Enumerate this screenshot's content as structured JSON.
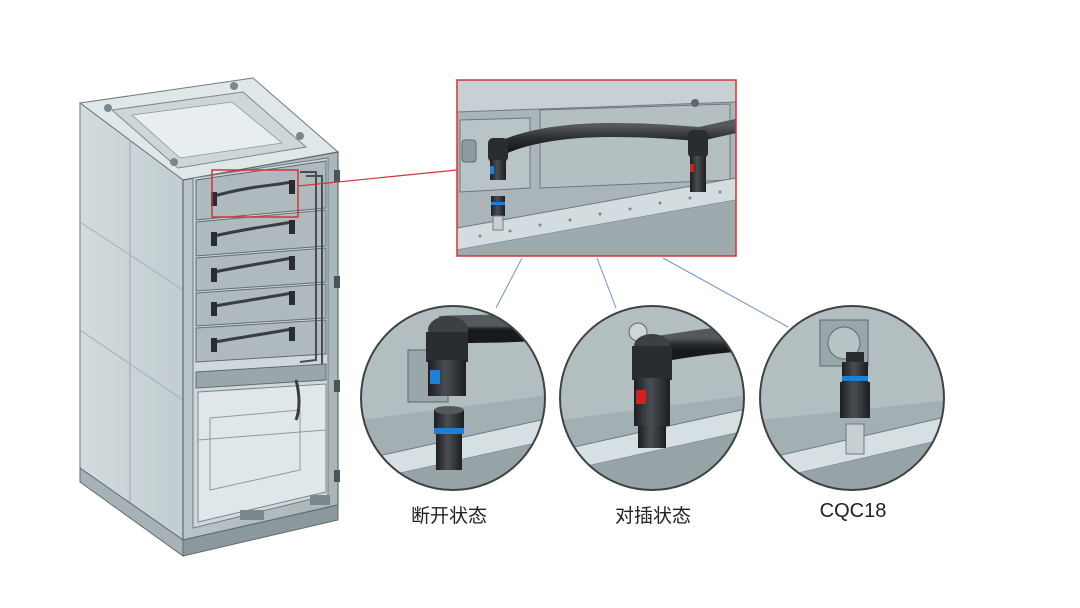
{
  "colors": {
    "steel": "#c9d4d6",
    "steel_dark": "#9eabae",
    "highlight": "#d0343a",
    "leader": "#6f93c8",
    "blue_mark": "#1d7fd8",
    "red_mark": "#d02020",
    "connector": "#2a2d30"
  },
  "callouts": [
    {
      "label": "断开状态"
    },
    {
      "label": "对插状态"
    },
    {
      "label": "CQC18"
    }
  ]
}
